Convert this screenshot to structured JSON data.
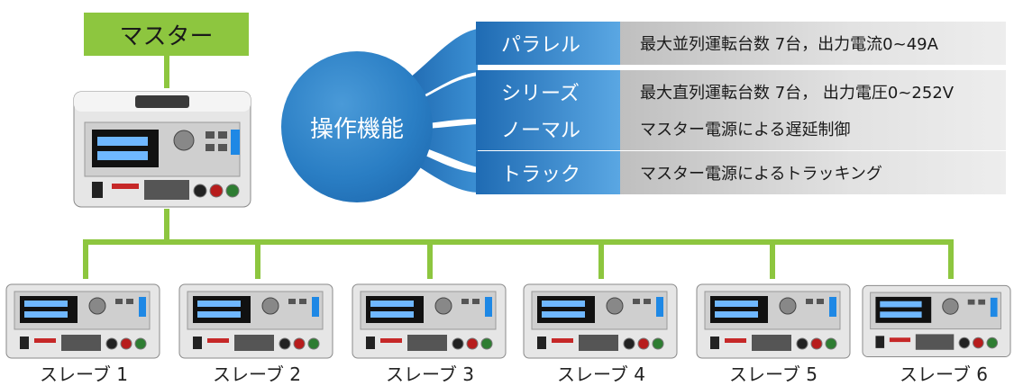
{
  "master": {
    "label": "マスター"
  },
  "operation": {
    "title": "操作機能"
  },
  "functions": [
    {
      "name": "パラレル",
      "desc": "最大並列運転台数 7台，出力電流0~49A"
    },
    {
      "name": "シリーズ",
      "desc": "最大直列運転台数 7台， 出力電圧0~252V"
    },
    {
      "name": "ノーマル",
      "desc": "マスター電源による遅延制御"
    },
    {
      "name": "トラック",
      "desc": "マスター電源によるトラッキング"
    }
  ],
  "slaves": [
    {
      "label": "スレーブ 1"
    },
    {
      "label": "スレーブ 2"
    },
    {
      "label": "スレーブ 3"
    },
    {
      "label": "スレーブ 4"
    },
    {
      "label": "スレーブ 5"
    },
    {
      "label": "スレーブ 6"
    }
  ],
  "colors": {
    "wire": "#8dc63f",
    "bubble": "#2a7ec4",
    "row_blue": "#3d8fd1"
  }
}
